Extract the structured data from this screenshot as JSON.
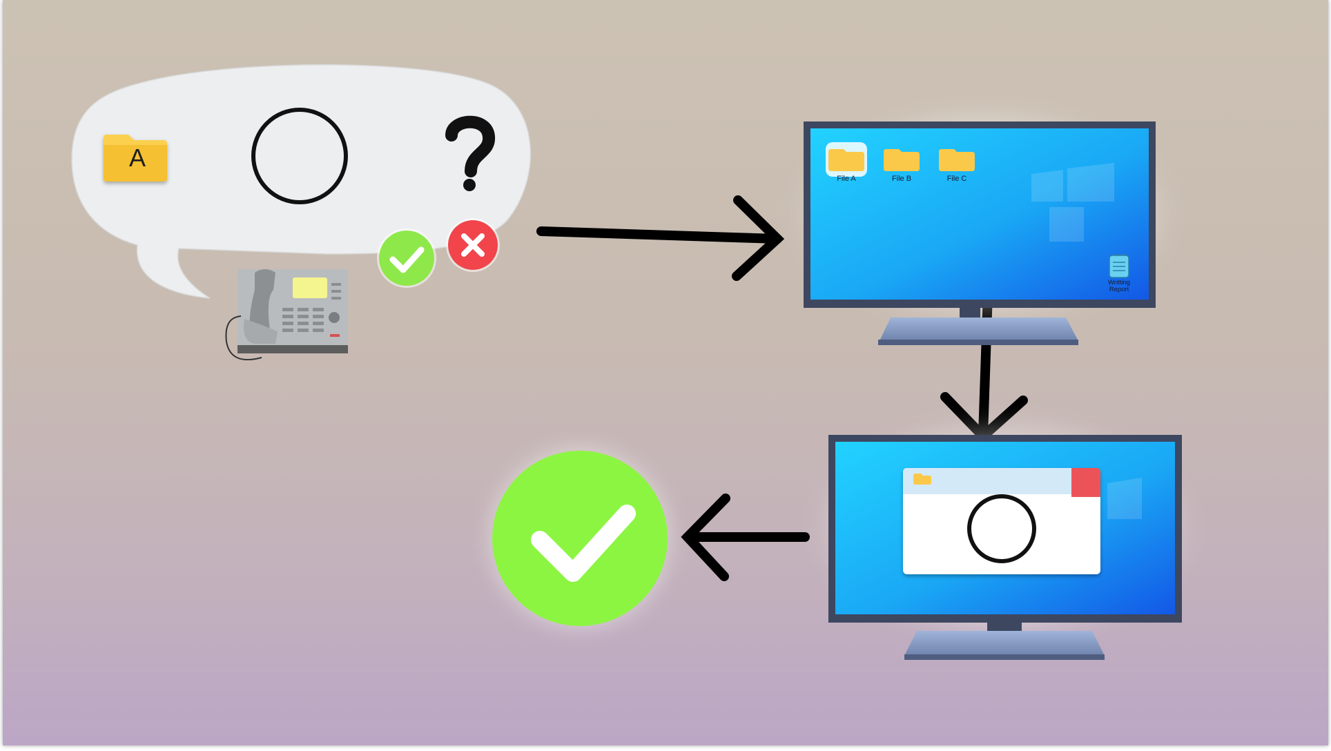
{
  "scene": {
    "speech_bubble": {
      "folder_letter": "A",
      "question_glyph": "?",
      "approve_icon": "check-icon",
      "reject_icon": "x-icon",
      "device_icon": "desk-phone-icon"
    },
    "desktop": {
      "files": [
        {
          "label": "File A"
        },
        {
          "label": "File B"
        },
        {
          "label": "File C"
        }
      ],
      "report": {
        "line1": "Writting",
        "line2": "Report"
      }
    },
    "result_icon": "big-check-icon"
  },
  "colors": {
    "screen_light": "#1ec8ff",
    "screen_dark": "#1560e8",
    "monitor_frame": "#3d4760",
    "success_green": "#8cf542",
    "error_red": "#f2444b",
    "folder_yellow": "#fbcf43",
    "arrow": "#000000"
  }
}
